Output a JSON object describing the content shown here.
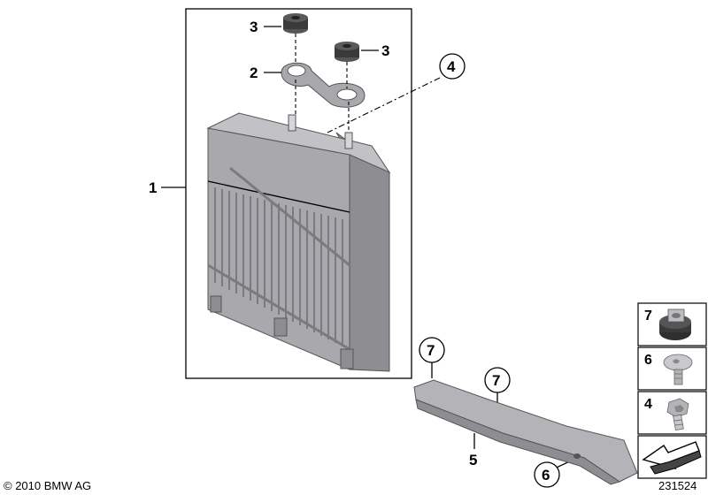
{
  "callouts": {
    "radiator": "1",
    "bracket": "2",
    "grommet_left": "3",
    "grommet_right": "3",
    "bolt_top": "4",
    "support_rail": "5",
    "rail_screw": "6",
    "rail_nut_left": "7",
    "rail_nut_right": "7"
  },
  "legend": [
    {
      "num": "7",
      "icon": "clip-nut-icon"
    },
    {
      "num": "6",
      "icon": "torx-screw-icon"
    },
    {
      "num": "4",
      "icon": "hex-bolt-icon"
    },
    {
      "num": "",
      "icon": "arrow-symbol-icon"
    }
  ],
  "copyright": "© 2010 BMW AG",
  "diagram_id": "231524",
  "colors": {
    "part_dark": "#8e8e92",
    "part_mid": "#a9a9ad",
    "part_light": "#c9c9cd",
    "rubber": "#3a3a3a",
    "outline": "#000000"
  }
}
